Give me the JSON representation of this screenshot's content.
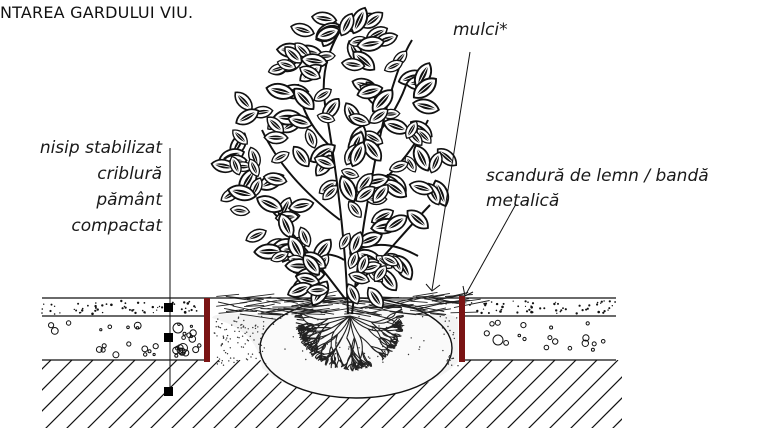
{
  "title": "NTAREA GARDULUI VIU.",
  "labels": {
    "mulch": "mulci*",
    "sand": "nisip stabilizat",
    "gravel": "criblură",
    "soil_line1": "pământ",
    "soil_line2": "compactat",
    "border_line1": "scandură de lemn / bandă",
    "border_line2": "metalică"
  },
  "colors": {
    "edging": "#7a1414",
    "ink": "#111111"
  }
}
